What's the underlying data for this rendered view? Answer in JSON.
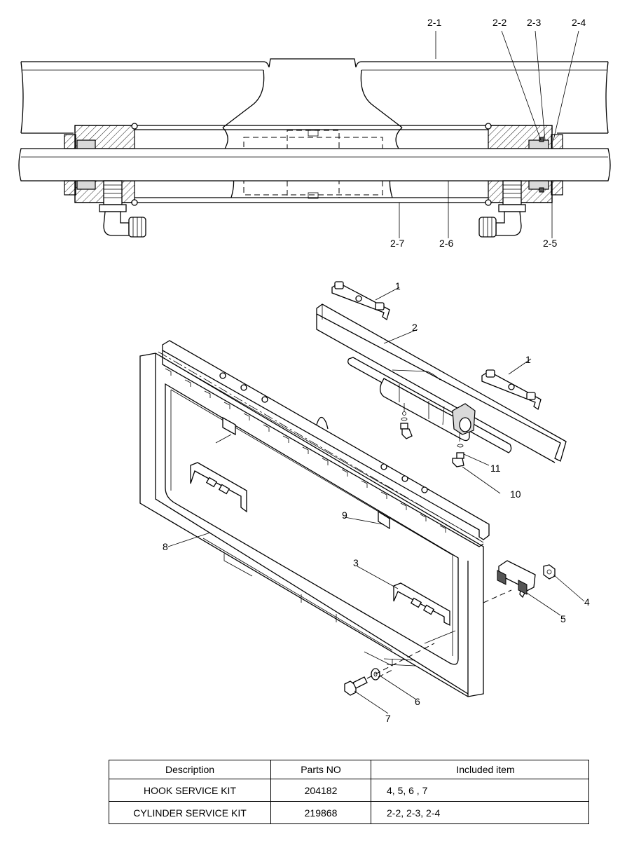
{
  "callouts_top": {
    "c2_1": "2-1",
    "c2_2": "2-2",
    "c2_3": "2-3",
    "c2_4": "2-4",
    "c2_5": "2-5",
    "c2_6": "2-6",
    "c2_7": "2-7"
  },
  "callouts_exploded": {
    "c1a": "1",
    "c1b": "1",
    "c2": "2",
    "c3": "3",
    "c4": "4",
    "c5": "5",
    "c6": "6",
    "c7": "7",
    "c8": "8",
    "c9": "9",
    "c10": "10",
    "c11": "11"
  },
  "table": {
    "headers": [
      "Description",
      "Parts NO",
      "Included item"
    ],
    "rows": [
      [
        "HOOK SERVICE KIT",
        "204182",
        "4, 5, 6 , 7"
      ],
      [
        "CYLINDER SERVICE KIT",
        "219868",
        "2-2, 2-3, 2-4"
      ]
    ]
  }
}
